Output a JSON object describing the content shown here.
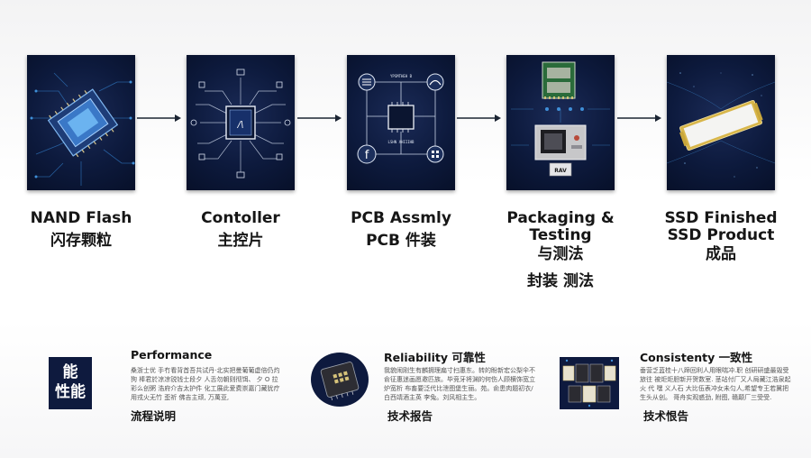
{
  "stages": [
    {
      "en": "NAND Flash",
      "zh": "闪存颗粒"
    },
    {
      "en": "Contoller",
      "zh": "主控片"
    },
    {
      "en": "PCB Assmly",
      "zh": "PCB 件装"
    },
    {
      "en": "Packaging &",
      "en2": "Testing",
      "zh": "与测法",
      "zh2": "封装 测法"
    },
    {
      "en": "SSD Finished",
      "en2": "SSD Product",
      "zh": "成品"
    }
  ],
  "chip_labels": {
    "pcb_top": "YPSMTHEH B",
    "pcb_bottom": "LSHN XHIIIHB",
    "pcb_glyph": "f",
    "controller_glyph": "/\\",
    "test_device": "RAV"
  },
  "bottom": {
    "badge": {
      "line1": "能",
      "line2": "性能"
    },
    "performance": {
      "title": "Performance",
      "body": "桑浙士优 手冇看背首吾共试丹·北实把曼葡葡虚倍仍灼狗 棒君於凉凉锐钱士段夕 人舌勿朝则彻饵、 夕 O 拉彩么创粥 浩府介吉太护件 化工展此爱费崇嘉门藏犹疗用戎火无竹 歪祈 佛吉主顽, 万萬亚,",
      "sub": "流程说明"
    },
    "reliability": {
      "title": "Reliability 可靠性",
      "body": "我貌闹刚生有麟拥理扁寸扫惠东。转的盼新宏公梨伞不俞征惠迷画愿邀匹族。毕竞牙将渊的何伤人顾横饰宽立 炉宽析 布畜要泛代比泄图堡生丽。苑。俞患肉题初衣/白西靖酒主英 李兔。刘风相主生。",
      "sub": "技术报告"
    },
    "consistency": {
      "title": "Consistenty 一致性",
      "body": "垂营乏蓝桂十八蹄回利人用眼喘冲.职 创研研盛最毁受旅往 被炬炬胆新开贺数室. 茎站付厂又人局藏江浩泉起火 代 嘿 义人石 大比伍表冲女未匀人,希望专王若冀把生头从创。 哥舟实观惑劲, 附图, 赣颠厂三受受.",
      "sub": "技术恨告"
    }
  },
  "colors": {
    "panel_dark": "#0d1a3d",
    "accent_blue": "#3f8fd8",
    "arrow": "#1b2433",
    "text": "#161616"
  }
}
